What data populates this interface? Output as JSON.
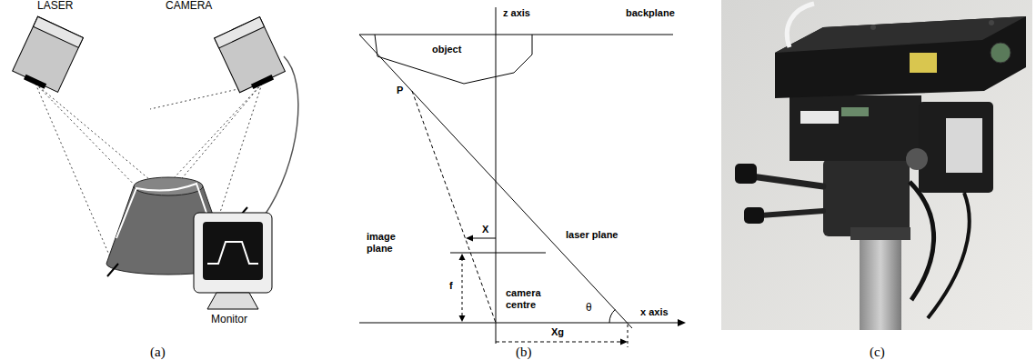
{
  "diagram": {
    "nodes": [
      {
        "text": [
          "LASER"
        ]
      },
      {
        "text": [
          "CAMERA"
        ]
      },
      {
        "text": [
          "Monitor"
        ]
      },
      {
        "text": [
          "object"
        ]
      }
    ],
    "labels": [
      "(a)",
      "z axis",
      "backplane",
      "P",
      "X",
      "laser plane",
      "image plane",
      "f",
      "camera centre",
      "θ",
      "x axis",
      "Xg",
      "(b)",
      "(c)"
    ]
  }
}
